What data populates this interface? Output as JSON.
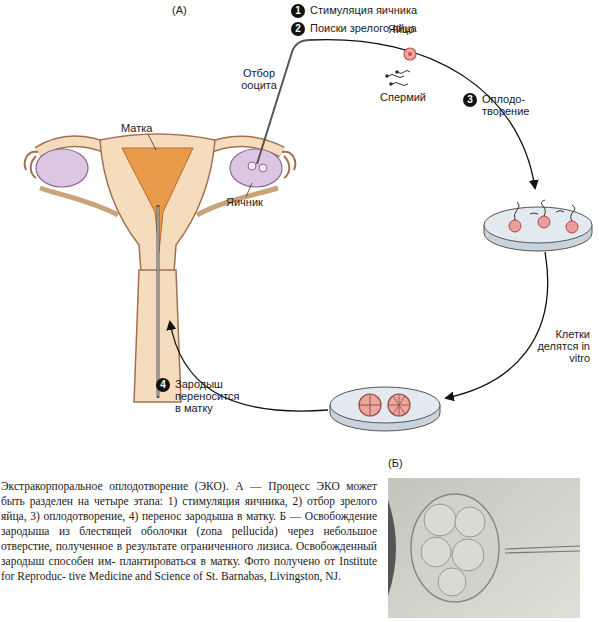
{
  "diagram": {
    "caption": "Экстракорпоральное оплодотворение (ЭКО). А — Процесс ЭКО может быть разделен на четыре этапа: 1) стимуляция яичника, 2) отбор зрелого яйца, 3) оплодотворение, 4) перенос зародыша в матку. Б — Освобождение зародыша из блестящей оболочки (zona pellucida) через небольшое отверстие, полученное в результате ограниченного лизиса. Освобожденный зародыш способен им- плантироваться в матку. Фото получено от Institute for Reproduc- tive Medicine and Science of St. Barnabas, Livingston, NJ.",
    "nodes": [
      {
        "text": [
          "1",
          "Стимуляция яичника"
        ]
      },
      {
        "text": [
          "2",
          "Поиски зрелого яйца"
        ]
      },
      {
        "text": [
          "3",
          "Оплодо- творение"
        ]
      },
      {
        "text": [
          "4",
          "Зародыш переносится в матку"
        ]
      }
    ],
    "labels": [
      "(А)",
      "Яйцо",
      "Отбор ооцита",
      "Спермий",
      "Матка",
      "Яичник",
      "Клетки делятся in vitro",
      "(Б)"
    ]
  }
}
